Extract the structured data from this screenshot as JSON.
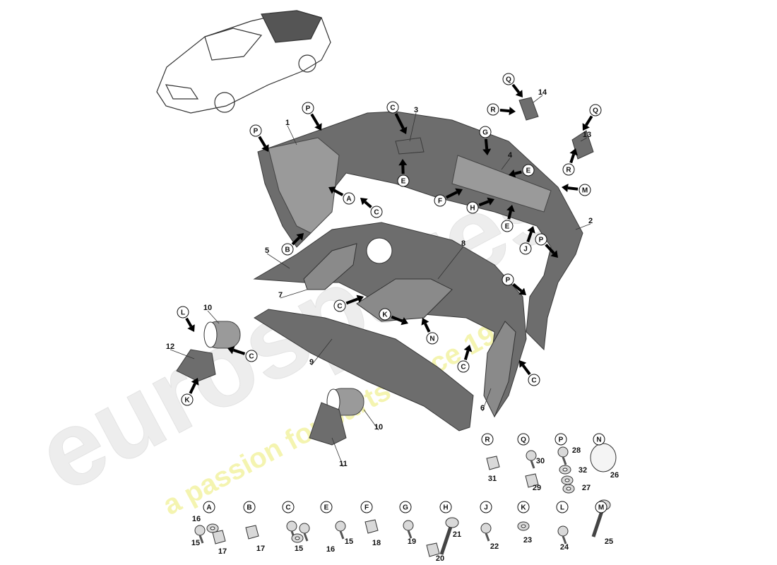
{
  "diagram": {
    "watermark": {
      "brand": "eurospares",
      "tagline": "a passion for parts since 1985",
      "brand_color": "#e8e8e8",
      "tagline_color": "#f2f2a0"
    },
    "callout_letters": [
      "P",
      "P",
      "C",
      "Q",
      "R",
      "Q",
      "R",
      "G",
      "E",
      "E",
      "A",
      "C",
      "F",
      "H",
      "M",
      "E",
      "J",
      "P",
      "B",
      "P",
      "C",
      "K",
      "N",
      "C",
      "C",
      "L",
      "C",
      "K"
    ],
    "part_numbers": [
      "1",
      "3",
      "14",
      "13",
      "4",
      "2",
      "5",
      "8",
      "7",
      "10",
      "12",
      "9",
      "6",
      "10",
      "11"
    ],
    "fastener_legend_top": {
      "letters": [
        "R",
        "Q",
        "P",
        "N"
      ],
      "numbers": [
        "31",
        "30",
        "29",
        "28",
        "32",
        "27",
        "26"
      ]
    },
    "fastener_legend_bottom": {
      "letters": [
        "A",
        "B",
        "C",
        "E",
        "F",
        "G",
        "H",
        "J",
        "K",
        "L",
        "M"
      ],
      "numbers": [
        "16",
        "15",
        "17",
        "17",
        "15",
        "16",
        "15",
        "18",
        "19",
        "21",
        "20",
        "22",
        "23",
        "24",
        "25"
      ]
    },
    "colors": {
      "part": "#6d6d6d",
      "outline": "#3a3a3a",
      "hardware": "#d9d9d9"
    }
  }
}
